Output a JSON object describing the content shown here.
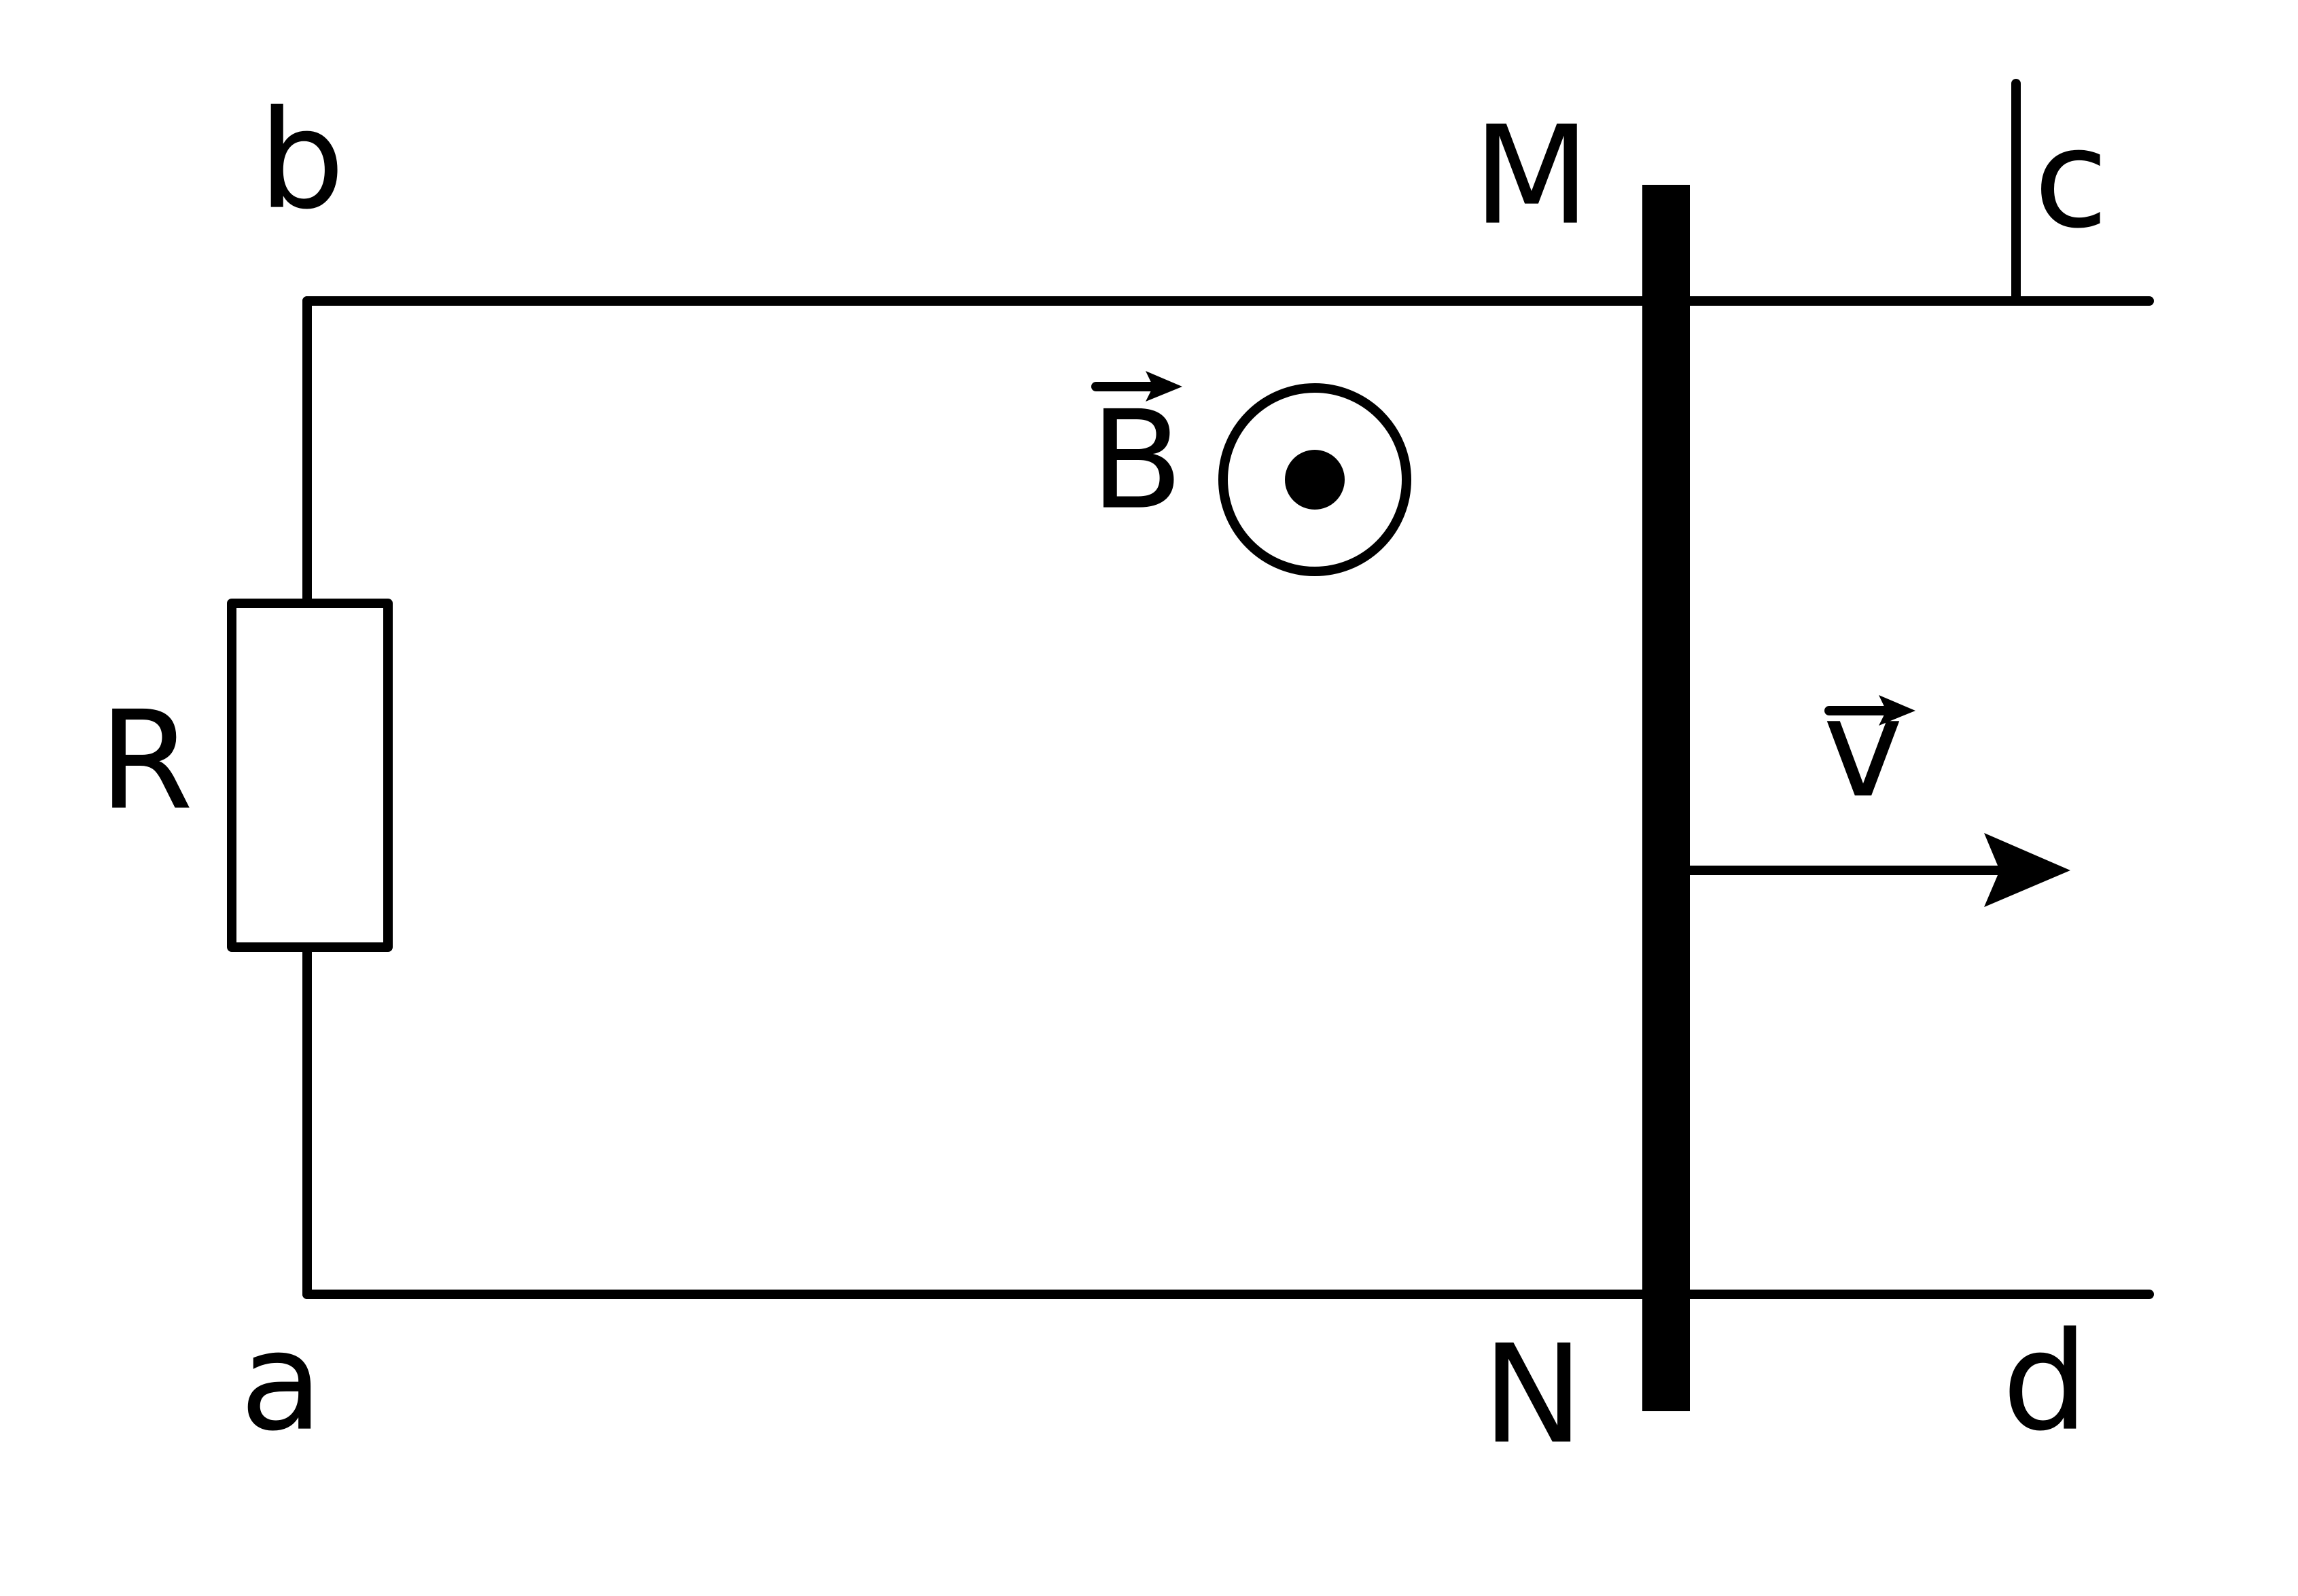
{
  "labels": {
    "a": "a",
    "b": "b",
    "c": "c",
    "d": "d",
    "M": "M",
    "N": "N",
    "R": "R",
    "B": "B",
    "v": "v"
  },
  "icons": {
    "magnetic_field_symbol": "circle-dot-out-of-page",
    "vector_arrow": "right-arrow"
  },
  "colors": {
    "ink": "#000000",
    "background": "#ffffff"
  }
}
